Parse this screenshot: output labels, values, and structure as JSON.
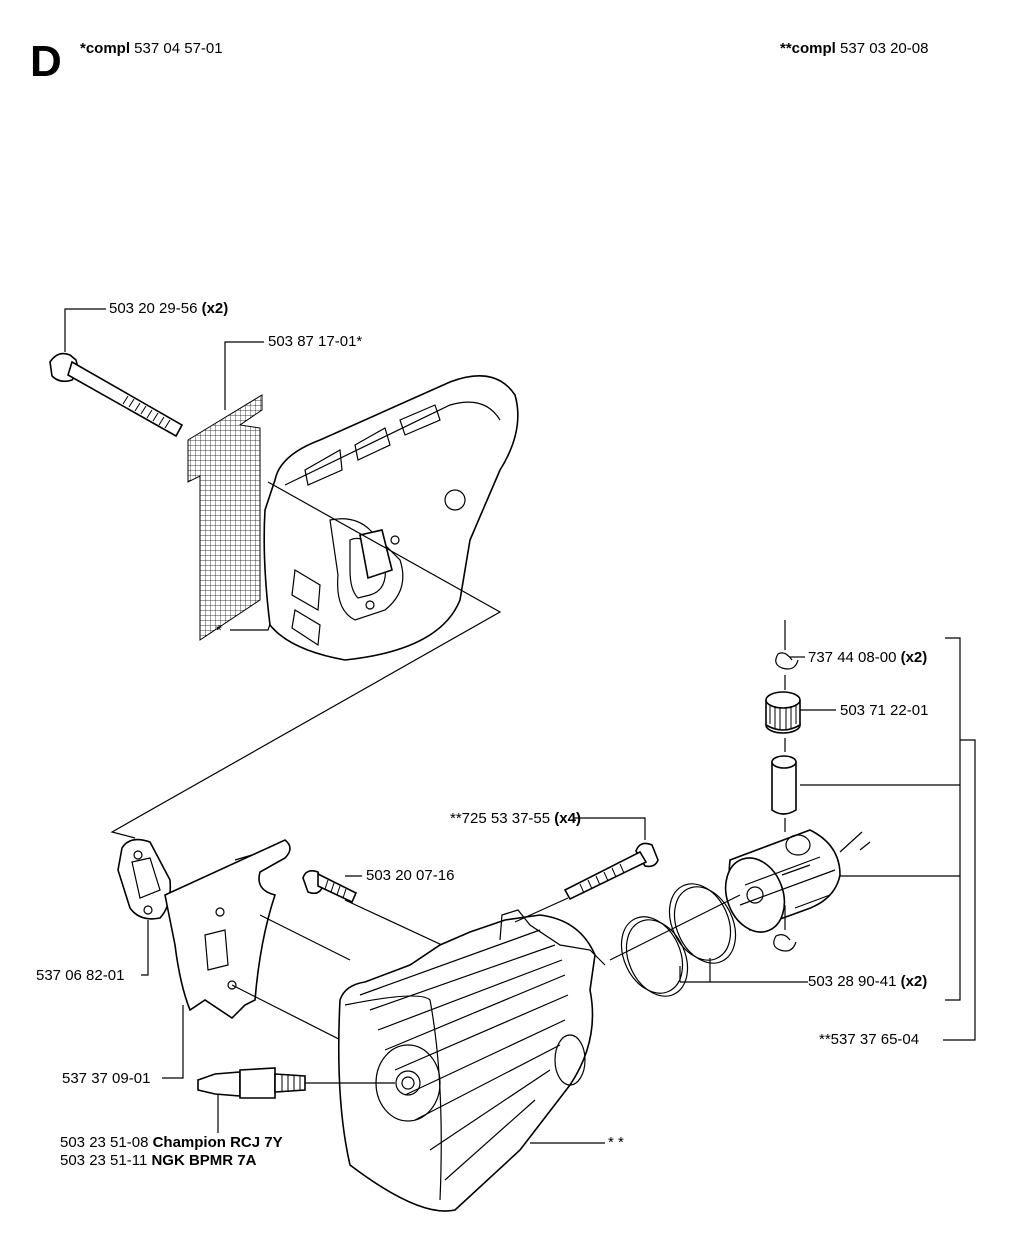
{
  "header": {
    "section_letter": "D",
    "left_compl_bold": "*compl",
    "left_compl_num": " 537 04 57-01",
    "right_compl_bold": "**compl",
    "right_compl_num": " 537 03 20-08"
  },
  "callouts": {
    "bolt": {
      "num": "503 20 29-56 ",
      "qty": "(x2)"
    },
    "screen": {
      "num": "503 87 17-01*"
    },
    "muffler": {
      "num": "*"
    },
    "circlip": {
      "num": "737 44 08-00 ",
      "qty": "(x2)"
    },
    "needle_bearing": {
      "num": "503 71 22-01"
    },
    "cyl_screw": {
      "num": "**725 53 37-55 ",
      "qty": "(x4)"
    },
    "screw_small": {
      "num": "503 20 07-16"
    },
    "gasket": {
      "num": "537 06 82-01"
    },
    "piston_rings": {
      "num": "503 28 90-41 ",
      "qty": "(x2)"
    },
    "piston_kit": {
      "num": "**537 37 65-04"
    },
    "plate": {
      "num": "537 37 09-01"
    },
    "spark_plug_1": {
      "num": "503 23 51-08 ",
      "brand": "Champion RCJ 7Y"
    },
    "spark_plug_2": {
      "num": "503 23 51-11 ",
      "brand": "NGK BPMR 7A"
    },
    "cylinder": {
      "num": "* *"
    }
  }
}
